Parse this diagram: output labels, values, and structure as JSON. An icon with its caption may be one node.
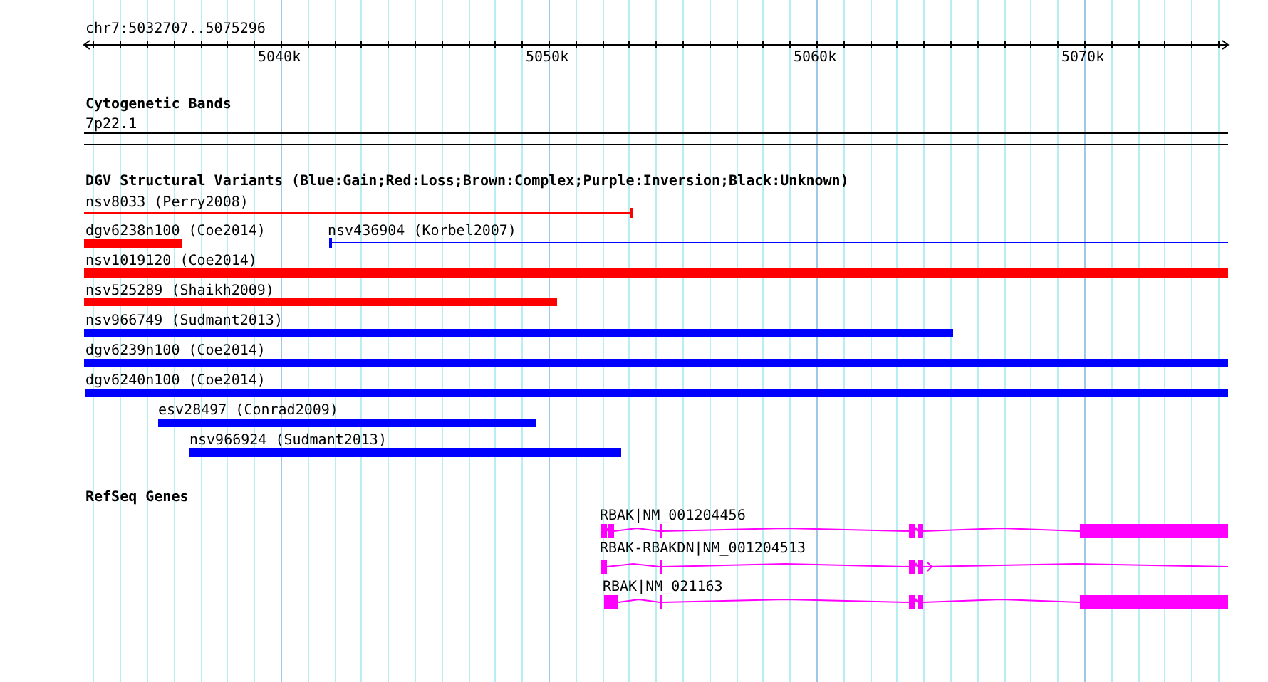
{
  "diagram": {
    "nodes": [
      {
        "text": [
          "7p22.1"
        ]
      },
      {
        "text": [
          "nsv8033 (Perry2008)"
        ]
      },
      {
        "text": [
          "dgv6238n100 (Coe2014)"
        ]
      },
      {
        "text": [
          "nsv436904 (Korbel2007)"
        ]
      },
      {
        "text": [
          "nsv1019120 (Coe2014)"
        ]
      },
      {
        "text": [
          "nsv525289 (Shaikh2009)"
        ]
      },
      {
        "text": [
          "nsv966749 (Sudmant2013)"
        ]
      },
      {
        "text": [
          "dgv6239n100 (Coe2014)"
        ]
      },
      {
        "text": [
          "dgv6240n100 (Coe2014)"
        ]
      },
      {
        "text": [
          "esv28497 (Conrad2009)"
        ]
      },
      {
        "text": [
          "nsv966924 (Sudmant2013)"
        ]
      },
      {
        "text": [
          "RBAK|NM_001204456"
        ]
      },
      {
        "text": [
          "RBAK-RBAKDN|NM_001204513"
        ]
      },
      {
        "text": [
          "RBAK|NM_021163"
        ]
      }
    ],
    "edges": [],
    "labels": [
      "chr7:5032707..5075296",
      "5040k",
      "5050k",
      "5060k",
      "5070k",
      "Cytogenetic Bands",
      "DGV Structural Variants (Blue:Gain;Red:Loss;Brown:Complex;Purple:Inversion;Black:Unknown)",
      "RefSeq Genes"
    ]
  }
}
